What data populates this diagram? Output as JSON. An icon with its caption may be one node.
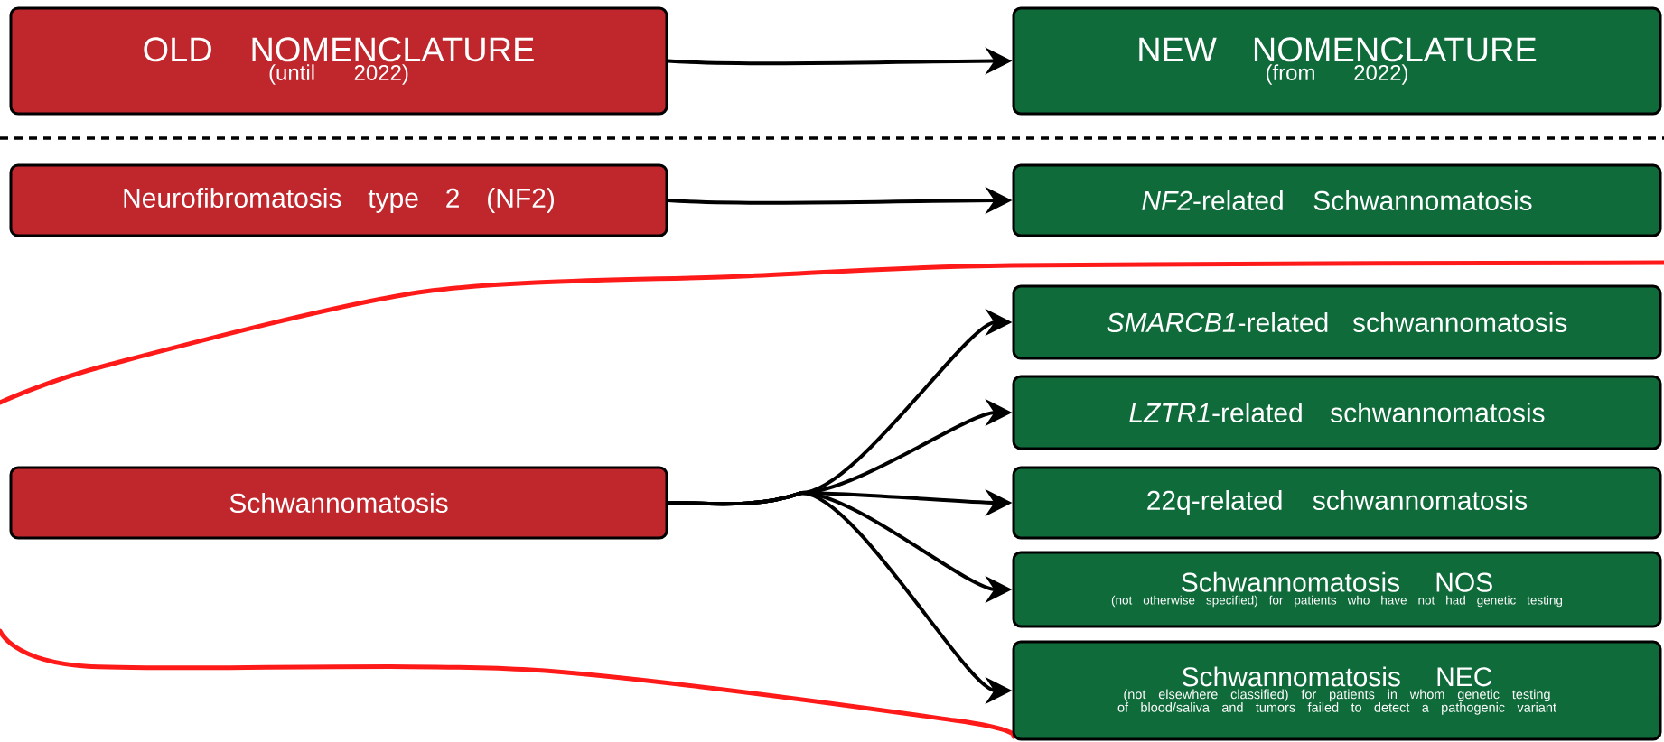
{
  "diagram": {
    "nodes": [
      {
        "text": [
          "OLD NOMENCLATURE",
          "(until 2022)"
        ]
      },
      {
        "text": [
          "NEW NOMENCLATURE",
          "(from 2022)"
        ]
      },
      {
        "text": [
          "Neurofibromatosis type 2 (NF2)"
        ]
      },
      {
        "text": [
          "*NF2*-related Schwannomatosis"
        ]
      },
      {
        "text": [
          "Schwannomatosis"
        ]
      },
      {
        "text": [
          "*SMARCB1*-related schwannomatosis"
        ]
      },
      {
        "text": [
          "*LZTR1*-related schwannomatosis"
        ]
      },
      {
        "text": [
          "22q-related schwannomatosis"
        ]
      },
      {
        "text": [
          "Schwannomatosis NOS",
          "(not otherwise specified) for patients who have not had genetic testing"
        ]
      },
      {
        "text": [
          "Schwannomatosis NEC",
          "(not elsewhere classified) for patients in whom genetic testing of blood/saliva and tumors failed to detect a pathogenic variant"
        ]
      }
    ],
    "edges": [
      {
        "from": 0,
        "to": 1,
        "arrow": "to"
      },
      {
        "from": 2,
        "to": 3,
        "arrow": "to"
      },
      {
        "from": 4,
        "to": 5,
        "arrow": "to"
      },
      {
        "from": 4,
        "to": 6,
        "arrow": "to"
      },
      {
        "from": 4,
        "to": 7,
        "arrow": "to"
      },
      {
        "from": 4,
        "to": 8,
        "arrow": "to"
      },
      {
        "from": 4,
        "to": 9,
        "arrow": "to"
      }
    ]
  }
}
